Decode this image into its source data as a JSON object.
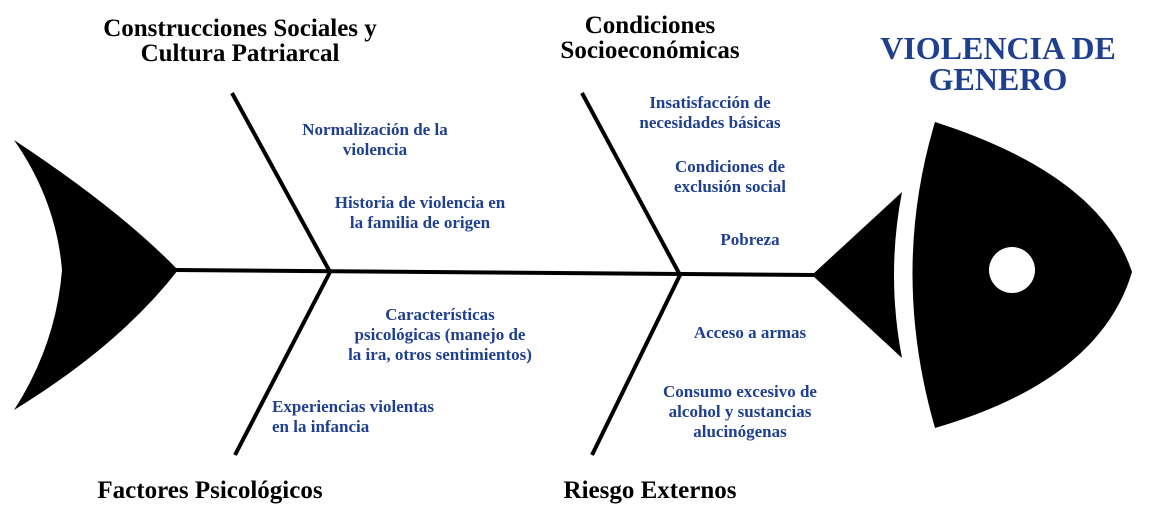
{
  "effect": {
    "lines": [
      "VIOLENCIA DE",
      "GENERO"
    ],
    "color": "#1f3f8f"
  },
  "categories": {
    "top_left": {
      "lines": [
        "Construcciones Sociales y",
        "Cultura Patriarcal"
      ]
    },
    "top_right": {
      "lines": [
        "Condiciones",
        "Socioeconómicas"
      ]
    },
    "bottom_left": {
      "lines": [
        "Factores Psicológicos"
      ]
    },
    "bottom_right": {
      "lines": [
        "Riesgo Externos"
      ]
    }
  },
  "causes": {
    "top_left": [
      {
        "lines": [
          "Normalización de la",
          "violencia"
        ]
      },
      {
        "lines": [
          "Historia de violencia en",
          "la familia de origen"
        ]
      }
    ],
    "top_right": [
      {
        "lines": [
          "Insatisfacción de",
          "necesidades básicas"
        ]
      },
      {
        "lines": [
          "Condiciones de",
          "exclusión social"
        ]
      },
      {
        "lines": [
          "Pobreza"
        ]
      }
    ],
    "bottom_left": [
      {
        "lines": [
          "Características",
          "psicológicas (manejo de",
          "la ira, otros sentimientos)"
        ]
      },
      {
        "lines": [
          "Experiencias violentas",
          "en la infancia"
        ]
      }
    ],
    "bottom_right": [
      {
        "lines": [
          "Acceso a armas"
        ]
      },
      {
        "lines": [
          "Consumo excesivo de",
          "alcohol y sustancias",
          "alucinógenas"
        ]
      }
    ]
  },
  "colors": {
    "cause_text": "#1f3f8f",
    "category_text": "#000000",
    "fish_body": "#000000",
    "background": "#ffffff"
  }
}
